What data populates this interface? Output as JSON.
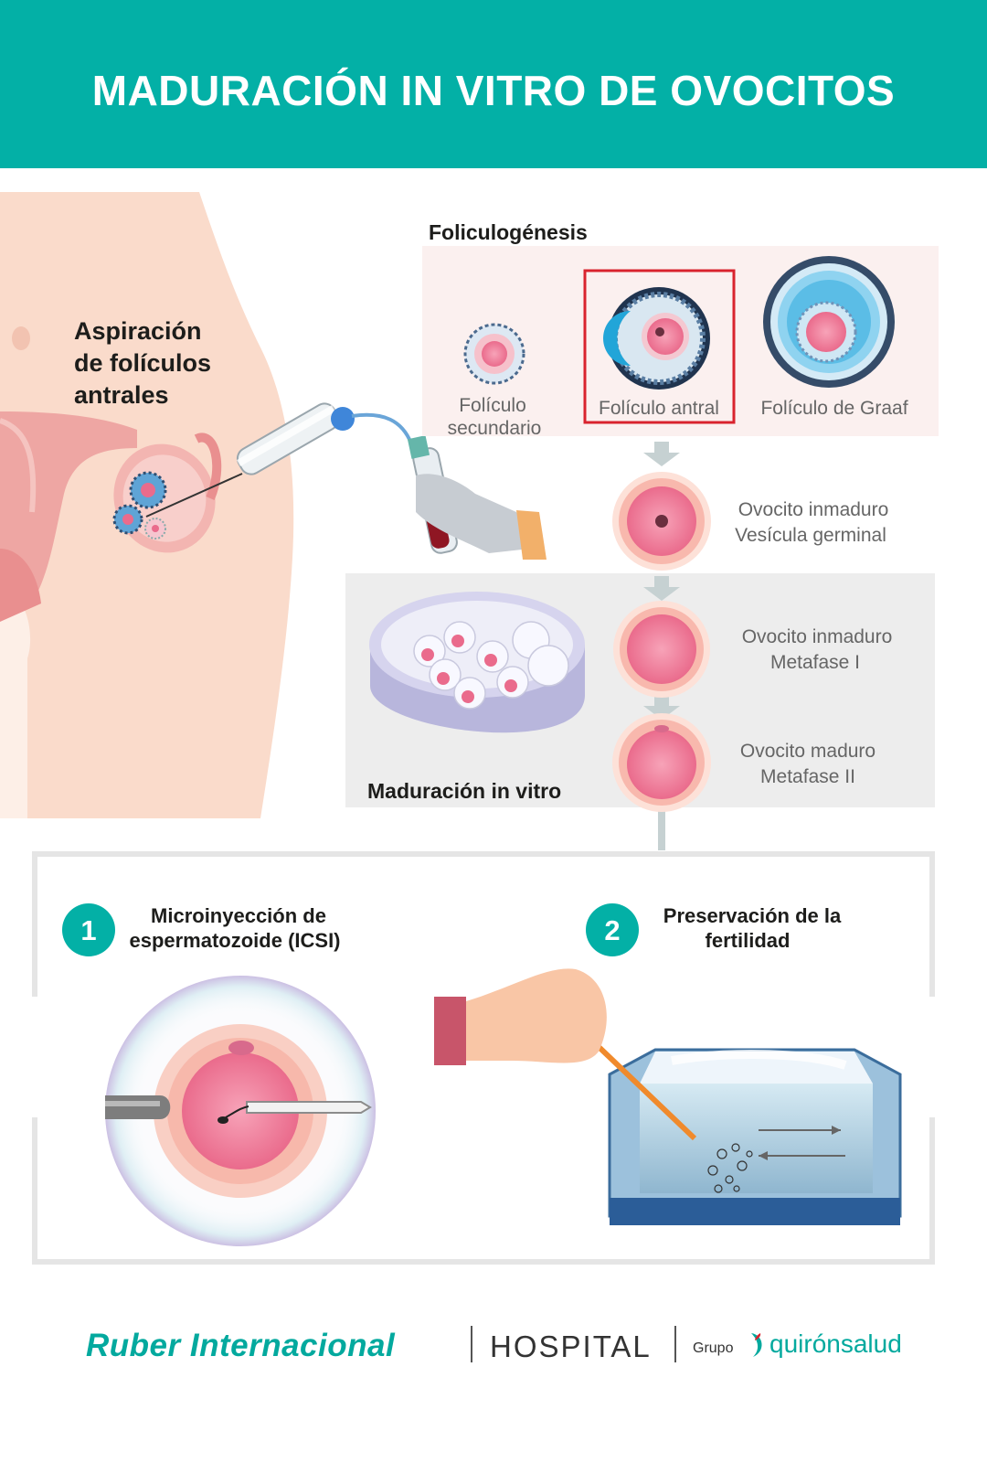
{
  "header": {
    "title": "MADURACIÓN IN VITRO DE OVOCITOS"
  },
  "aspiracion": {
    "line1": "Aspiración",
    "line2": "de folículos",
    "line3": "antrales"
  },
  "foliculogenesis": {
    "title": "Foliculogénesis",
    "secundario_l1": "Folículo",
    "secundario_l2": "secundario",
    "antral": "Folículo antral",
    "graaf": "Folículo de Graaf"
  },
  "stages": {
    "s1_l1": "Ovocito inmaduro",
    "s1_l2": "Vesícula germinal",
    "s2_l1": "Ovocito inmaduro",
    "s2_l2": "Metafase I",
    "s3_l1": "Ovocito maduro",
    "s3_l2": "Metafase II"
  },
  "maduracion": {
    "label": "Maduración in vitro"
  },
  "step1": {
    "number": "1",
    "line1": "Microinyección de",
    "line2": "espermatozoide (ICSI)"
  },
  "step2": {
    "number": "2",
    "line1": "Preservación de la",
    "line2": "fertilidad"
  },
  "footer": {
    "ruber": "Ruber Internacional",
    "hospital": "HOSPITAL",
    "grupo": "Grupo",
    "quiron": "quirónsalud"
  },
  "colors": {
    "teal": "#03b0a6",
    "pink": "#ec6c8a",
    "highlight_red": "#d9232e",
    "gray_panel": "#ededed"
  }
}
